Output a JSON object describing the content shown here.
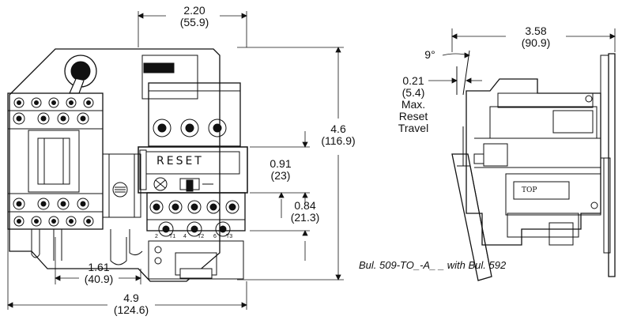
{
  "dimensions": {
    "width_top": {
      "value": "2.20",
      "mm": "(55.9)"
    },
    "height": {
      "value": "4.6",
      "mm": "(116.9)"
    },
    "reset_offset": {
      "value": "0.91",
      "mm": "(23)"
    },
    "terminal_offset": {
      "value": "0.84",
      "mm": "(21.3)"
    },
    "bottom_left": {
      "value": "1.61",
      "mm": "(40.9)"
    },
    "overall_width": {
      "value": "4.9",
      "mm": "(124.6)"
    },
    "depth": {
      "value": "3.58",
      "mm": "(90.9)"
    },
    "angle": {
      "value": "9°"
    },
    "reset_travel": {
      "value": "0.21",
      "mm": "(5.4)",
      "line1": "Max.",
      "line2": "Reset",
      "line3": "Travel"
    }
  },
  "labels": {
    "reset": "RESET",
    "top": "TOP",
    "terminals": [
      "2",
      "T1",
      "4",
      "T2",
      "6",
      "T3"
    ]
  },
  "caption": "Bul. 509-TO_-A_ _ with Bul. 592"
}
